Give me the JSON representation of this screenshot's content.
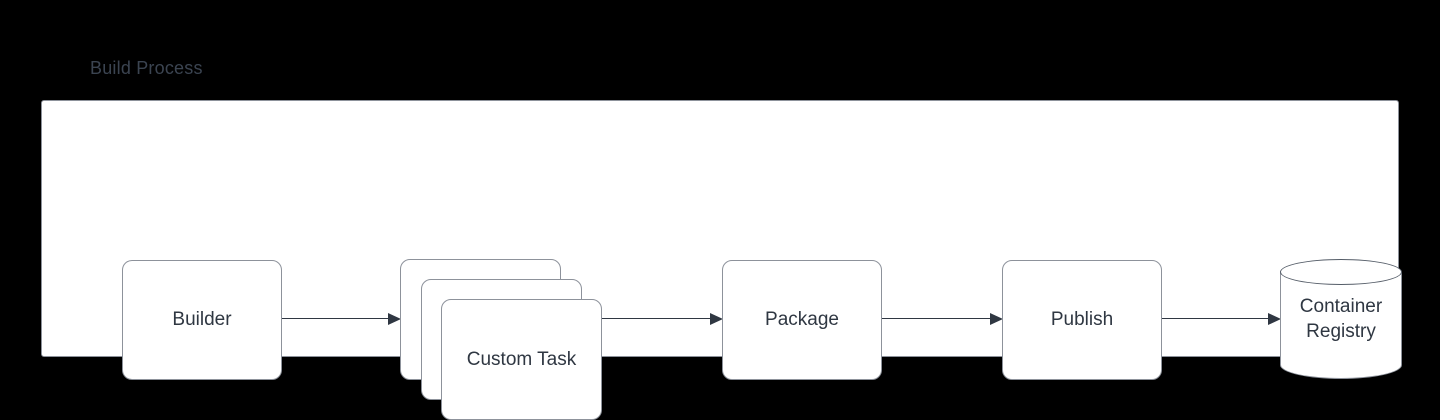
{
  "diagram": {
    "title": "Build Process",
    "background_color": "#000000",
    "panel_color": "#ffffff",
    "stroke_color": "#8d929b",
    "text_color": "#2f3742",
    "title_color": "#3b4451",
    "nodes": [
      {
        "id": "builder",
        "label": "Builder",
        "shape": "rounded-rect"
      },
      {
        "id": "custom-task",
        "label": "Custom Task",
        "shape": "stacked-rounded-rect"
      },
      {
        "id": "package",
        "label": "Package",
        "shape": "rounded-rect"
      },
      {
        "id": "publish",
        "label": "Publish",
        "shape": "rounded-rect"
      },
      {
        "id": "container-registry",
        "label_line1": "Container",
        "label_line2": "Registry",
        "shape": "cylinder"
      }
    ],
    "edges": [
      {
        "from": "builder",
        "to": "custom-task",
        "arrow": "single"
      },
      {
        "from": "custom-task",
        "to": "package",
        "arrow": "single"
      },
      {
        "from": "package",
        "to": "publish",
        "arrow": "single"
      },
      {
        "from": "publish",
        "to": "container-registry",
        "arrow": "single"
      }
    ]
  }
}
